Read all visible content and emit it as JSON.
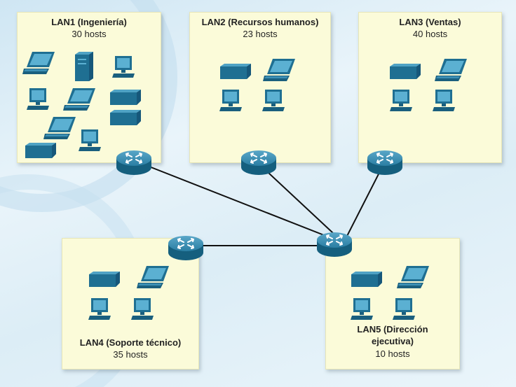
{
  "lans": [
    {
      "id": "lan1",
      "title": "LAN1 (Ingeniería)",
      "hosts": "30 hosts"
    },
    {
      "id": "lan2",
      "title": "LAN2 (Recursos humanos)",
      "hosts": "23 hosts"
    },
    {
      "id": "lan3",
      "title": "LAN3 (Ventas)",
      "hosts": "40 hosts"
    },
    {
      "id": "lan4",
      "title": "LAN4 (Soporte técnico)",
      "hosts": "35 hosts"
    },
    {
      "id": "lan5",
      "title_line1": "LAN5 (Dirección",
      "title_line2": "ejecutiva)",
      "hosts": "10 hosts"
    }
  ],
  "colors": {
    "device": "#1f6f92",
    "device_light": "#4fa2c4",
    "router": "#1c6f90",
    "link": "#111111",
    "panel": "#fbfbd9"
  },
  "icons": [
    "laptop-icon",
    "desktop-pc-icon",
    "printer-icon",
    "server-icon",
    "router-icon"
  ]
}
